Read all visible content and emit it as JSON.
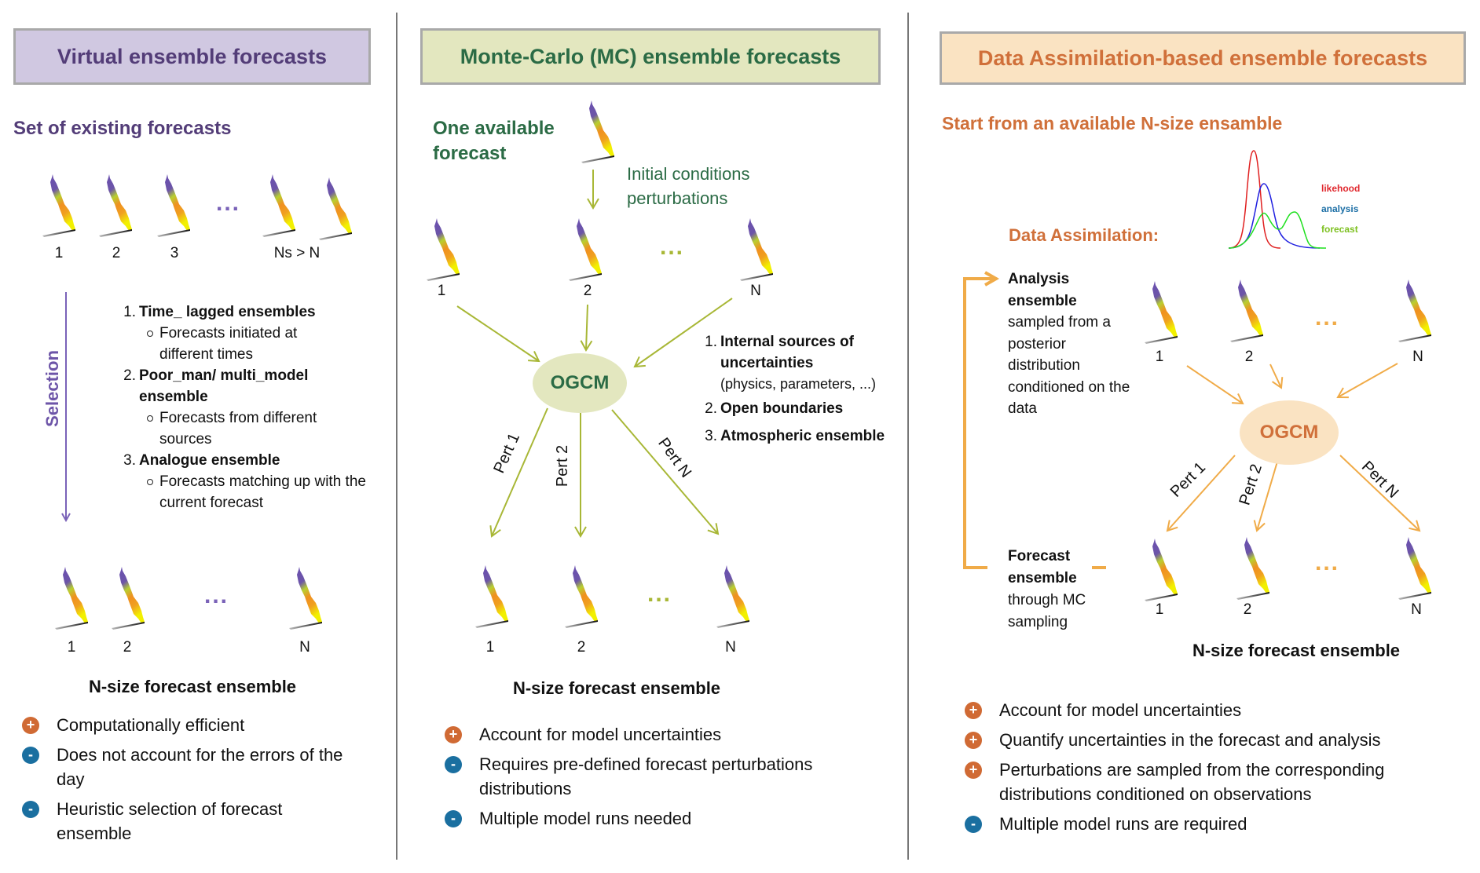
{
  "colors": {
    "virtual_accent": "#533d78",
    "virtual_header_bg": "#d0c8e1",
    "mc_accent": "#2b6b45",
    "mc_header_bg": "#e3e7bf",
    "mc_arrow": "#a8b736",
    "da_accent": "#d0703a",
    "da_header_bg": "#fae3c2",
    "da_arrow": "#f0ab48",
    "plus_icon": "#d06a34",
    "minus_icon": "#1a6fa0"
  },
  "virtual": {
    "title": "Virtual ensemble forecasts",
    "subtitle": "Set of existing forecasts",
    "top_labels": [
      "1",
      "2",
      "3",
      "Ns > N"
    ],
    "ellipsis": "...",
    "selection_label": "Selection",
    "methods": [
      {
        "num": "1.",
        "title": "Time_ lagged ensembles",
        "detail": "Forecasts initiated at different times"
      },
      {
        "num": "2.",
        "title": "Poor_man/ multi_model ensemble",
        "detail": "Forecasts from different sources"
      },
      {
        "num": "3.",
        "title": "Analogue ensemble",
        "detail": "Forecasts matching up with the current forecast"
      }
    ],
    "bottom_labels": [
      "1",
      "2",
      "N"
    ],
    "caption": "N-size forecast ensemble",
    "pros_cons": [
      {
        "type": "plus",
        "symbol": "+",
        "text": "Computationally efficient"
      },
      {
        "type": "minus",
        "symbol": "-",
        "text": "Does not account for the errors of the day"
      },
      {
        "type": "minus",
        "symbol": "-",
        "text": "Heuristic selection of forecast ensemble"
      }
    ]
  },
  "mc": {
    "title": "Monte-Carlo (MC) ensemble forecasts",
    "subtitle": "One available forecast",
    "perturbation_label": "Initial conditions perturbations",
    "top_labels": [
      "1",
      "2",
      "N"
    ],
    "ellipsis": "...",
    "model": "OGCM",
    "perts": [
      "Pert 1",
      "Pert 2",
      "Pert N"
    ],
    "sources": [
      {
        "num": "1.",
        "title": "Internal sources of uncertainties",
        "detail": "(physics, parameters, ...)"
      },
      {
        "num": "2.",
        "title": "Open boundaries",
        "detail": ""
      },
      {
        "num": "3.",
        "title": "Atmospheric ensemble",
        "detail": ""
      }
    ],
    "bottom_labels": [
      "1",
      "2",
      "N"
    ],
    "caption": "N-size forecast ensemble",
    "pros_cons": [
      {
        "type": "plus",
        "symbol": "+",
        "text": "Account for model uncertainties"
      },
      {
        "type": "minus",
        "symbol": "-",
        "text": "Requires pre-defined forecast perturbations distributions"
      },
      {
        "type": "minus",
        "symbol": "-",
        "text": "Multiple model runs needed"
      }
    ]
  },
  "da": {
    "title": "Data Assimilation-based ensemble forecasts",
    "subtitle": "Start from an available N-size ensamble",
    "da_label": "Data Assimilation:",
    "legend": [
      {
        "name": "likehood",
        "color": "#e0282e"
      },
      {
        "name": "analysis",
        "color": "#1b6ea5"
      },
      {
        "name": "forecast",
        "color": "#7dc020"
      }
    ],
    "analysis_title": "Analysis ensemble",
    "analysis_text": "sampled from a posterior distribution conditioned on the data",
    "forecast_title": "Forecast ensemble",
    "forecast_text": "through MC sampling",
    "top_labels": [
      "1",
      "2",
      "N"
    ],
    "ellipsis": "...",
    "model": "OGCM",
    "perts": [
      "Pert 1",
      "Pert 2",
      "Pert N"
    ],
    "bottom_labels": [
      "1",
      "2",
      "N"
    ],
    "caption": "N-size forecast ensemble",
    "pros_cons": [
      {
        "type": "plus",
        "symbol": "+",
        "text": "Account for model uncertainties"
      },
      {
        "type": "plus",
        "symbol": "+",
        "text": "Quantify uncertainties in the forecast and analysis"
      },
      {
        "type": "plus",
        "symbol": "+",
        "text": "Perturbations are sampled from the corresponding distributions conditioned on observations"
      },
      {
        "type": "minus",
        "symbol": "-",
        "text": "Multiple model runs are required"
      }
    ]
  }
}
